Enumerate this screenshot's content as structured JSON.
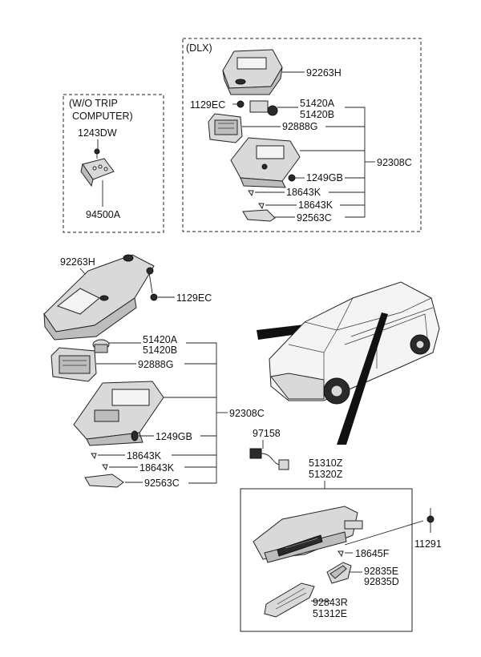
{
  "boxes": {
    "dlx_header": "(DLX)",
    "wo_trip_header_line1": "(W/O TRIP",
    "wo_trip_header_line2": "COMPUTER)"
  },
  "labels": {
    "wo_trip_screw": "1243DW",
    "wo_trip_lamp": "94500A",
    "dlx_console": "92263H",
    "dlx_screw": "1129EC",
    "dlx_bulb_a": "51420A",
    "dlx_bulb_b": "51420B",
    "dlx_module": "92888G",
    "dlx_assembly": "92308C",
    "dlx_screw2": "1249GB",
    "dlx_clip1": "18643K",
    "dlx_clip2": "18643K",
    "dlx_bracket": "92563C",
    "main_console": "92263H",
    "main_screw": "1129EC",
    "main_bulb_a": "51420A",
    "main_bulb_b": "51420B",
    "main_module": "92888G",
    "main_assembly": "92308C",
    "main_screw2": "1249GB",
    "main_clip1": "18643K",
    "main_clip2": "18643K",
    "main_bracket": "92563C",
    "wire": "97158",
    "rear_lamp_a": "51310Z",
    "rear_lamp_b": "51320Z",
    "rear_screw": "11291",
    "rear_clip": "18645F",
    "rear_lens_a": "92835E",
    "rear_lens_b": "92835D",
    "rear_cover_a": "92843R",
    "rear_cover_b": "51312E"
  }
}
